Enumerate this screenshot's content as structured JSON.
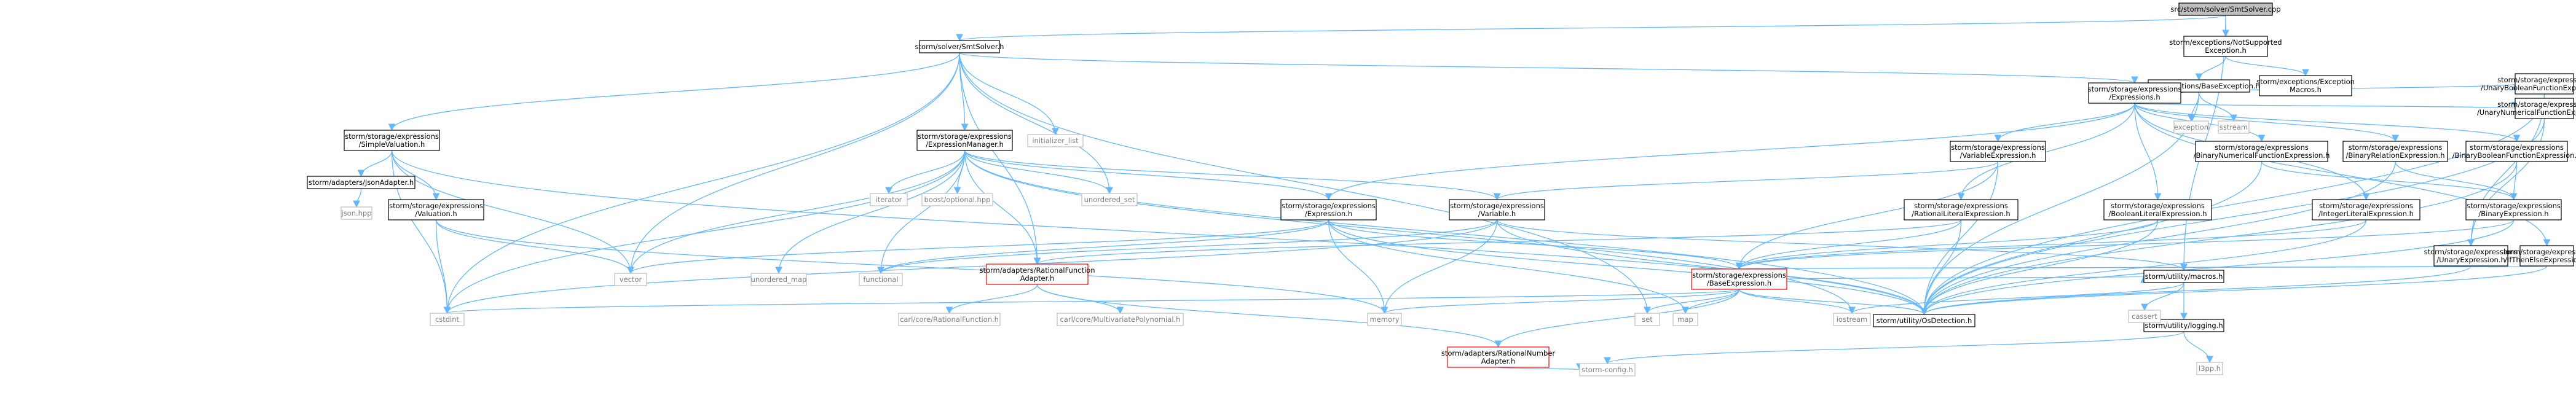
{
  "colors": {
    "edge": "#63b8ff",
    "node_border": "#000000",
    "external_border": "#bfbfbf",
    "unresolved_border": "#ff0000",
    "root_fill": "#bfbfbf",
    "external_text": "#7f7f7f"
  },
  "nodes": [
    {
      "id": "root",
      "lines": [
        "src/storm/solver/SmtSolver.cpp"
      ],
      "kind": "root"
    },
    {
      "id": "smtsolver_h",
      "lines": [
        "storm/solver/SmtSolver.h"
      ],
      "kind": "file"
    },
    {
      "id": "notsupported_h",
      "lines": [
        "storm/exceptions/NotSupported",
        "Exception.h"
      ],
      "kind": "file"
    },
    {
      "id": "baseexc_h",
      "lines": [
        "storm/exceptions/BaseException.h"
      ],
      "kind": "file"
    },
    {
      "id": "excmacros_h",
      "lines": [
        "storm/exceptions/Exception",
        "Macros.h"
      ],
      "kind": "file"
    },
    {
      "id": "exception",
      "lines": [
        "exception"
      ],
      "kind": "ext"
    },
    {
      "id": "sstream",
      "lines": [
        "sstream"
      ],
      "kind": "ext"
    },
    {
      "id": "simpleval_h",
      "lines": [
        "storm/storage/expressions",
        "/SimpleValuation.h"
      ],
      "kind": "file"
    },
    {
      "id": "exprmgr_h",
      "lines": [
        "storm/storage/expressions",
        "/ExpressionManager.h"
      ],
      "kind": "file"
    },
    {
      "id": "initlist",
      "lines": [
        "initializer_list"
      ],
      "kind": "ext"
    },
    {
      "id": "expressions_h",
      "lines": [
        "storm/storage/expressions",
        "/Expressions.h"
      ],
      "kind": "file"
    },
    {
      "id": "jsonadapter_h",
      "lines": [
        "storm/adapters/JsonAdapter.h"
      ],
      "kind": "file"
    },
    {
      "id": "json_hpp",
      "lines": [
        "json.hpp"
      ],
      "kind": "ext"
    },
    {
      "id": "valuation_h",
      "lines": [
        "storm/storage/expressions",
        "/Valuation.h"
      ],
      "kind": "file"
    },
    {
      "id": "iterator",
      "lines": [
        "iterator"
      ],
      "kind": "ext"
    },
    {
      "id": "boostopt",
      "lines": [
        "boost/optional.hpp"
      ],
      "kind": "ext"
    },
    {
      "id": "unordered_set",
      "lines": [
        "unordered_set"
      ],
      "kind": "ext"
    },
    {
      "id": "expression_h",
      "lines": [
        "storm/storage/expressions",
        "/Expression.h"
      ],
      "kind": "file"
    },
    {
      "id": "variable_h",
      "lines": [
        "storm/storage/expressions",
        "/Variable.h"
      ],
      "kind": "file"
    },
    {
      "id": "varexpr_h",
      "lines": [
        "storm/storage/expressions",
        "/VariableExpression.h"
      ],
      "kind": "file"
    },
    {
      "id": "ratlit_h",
      "lines": [
        "storm/storage/expressions",
        "/RationalLiteralExpression.h"
      ],
      "kind": "file"
    },
    {
      "id": "boollit_h",
      "lines": [
        "storm/storage/expressions",
        "/BooleanLiteralExpression.h"
      ],
      "kind": "file"
    },
    {
      "id": "binnum_h",
      "lines": [
        "storm/storage/expressions",
        "/BinaryNumericalFunctionExpression.h"
      ],
      "kind": "file"
    },
    {
      "id": "intlit_h",
      "lines": [
        "storm/storage/expressions",
        "/IntegerLiteralExpression.h"
      ],
      "kind": "file"
    },
    {
      "id": "binrel_h",
      "lines": [
        "storm/storage/expressions",
        "/BinaryRelationExpression.h"
      ],
      "kind": "file"
    },
    {
      "id": "binbool_h",
      "lines": [
        "storm/storage/expressions",
        "/BinaryBooleanFunctionExpression.h"
      ],
      "kind": "file"
    },
    {
      "id": "binexpr_h",
      "lines": [
        "storm/storage/expressions",
        "/BinaryExpression.h"
      ],
      "kind": "file"
    },
    {
      "id": "unbool_h",
      "lines": [
        "storm/storage/expressions",
        "/UnaryBooleanFunctionExpression.h"
      ],
      "kind": "file"
    },
    {
      "id": "unnum_h",
      "lines": [
        "storm/storage/expressions",
        "/UnaryNumericalFunctionExpression.h"
      ],
      "kind": "file"
    },
    {
      "id": "unexpr_h",
      "lines": [
        "storm/storage/expressions",
        "/UnaryExpression.h"
      ],
      "kind": "file"
    },
    {
      "id": "ite_h",
      "lines": [
        "storm/storage/expressions",
        "/IfThenElseExpression.h"
      ],
      "kind": "file"
    },
    {
      "id": "baseexpr_h",
      "lines": [
        "storm/storage/expressions",
        "/BaseExpression.h"
      ],
      "kind": "red"
    },
    {
      "id": "ratfunc_h",
      "lines": [
        "storm/adapters/RationalFunction",
        "Adapter.h"
      ],
      "kind": "red"
    },
    {
      "id": "ratnum_h",
      "lines": [
        "storm/adapters/RationalNumber",
        "Adapter.h"
      ],
      "kind": "red"
    },
    {
      "id": "macros_h",
      "lines": [
        "storm/utility/macros.h"
      ],
      "kind": "file"
    },
    {
      "id": "logging_h",
      "lines": [
        "storm/utility/logging.h"
      ],
      "kind": "file"
    },
    {
      "id": "osdet_h",
      "lines": [
        "storm/utility/OsDetection.h"
      ],
      "kind": "file"
    },
    {
      "id": "vector",
      "lines": [
        "vector"
      ],
      "kind": "ext"
    },
    {
      "id": "unordered_map",
      "lines": [
        "unordered_map"
      ],
      "kind": "ext"
    },
    {
      "id": "functional",
      "lines": [
        "functional"
      ],
      "kind": "ext"
    },
    {
      "id": "cstdint",
      "lines": [
        "cstdint"
      ],
      "kind": "ext"
    },
    {
      "id": "memory",
      "lines": [
        "memory"
      ],
      "kind": "ext"
    },
    {
      "id": "set",
      "lines": [
        "set"
      ],
      "kind": "ext"
    },
    {
      "id": "map",
      "lines": [
        "map"
      ],
      "kind": "ext"
    },
    {
      "id": "iostream",
      "lines": [
        "iostream"
      ],
      "kind": "ext"
    },
    {
      "id": "carl_ratfunc",
      "lines": [
        "carl/core/RationalFunction.h"
      ],
      "kind": "ext"
    },
    {
      "id": "carl_multivar",
      "lines": [
        "carl/core/MultivariatePolynomial.h"
      ],
      "kind": "ext"
    },
    {
      "id": "cassert",
      "lines": [
        "cassert"
      ],
      "kind": "ext"
    },
    {
      "id": "storm_config",
      "lines": [
        "storm-config.h"
      ],
      "kind": "ext"
    },
    {
      "id": "l3pp",
      "lines": [
        "l3pp.h"
      ],
      "kind": "ext"
    }
  ],
  "edges": [
    [
      "root",
      "smtsolver_h"
    ],
    [
      "root",
      "notsupported_h"
    ],
    [
      "root",
      "macros_h"
    ],
    [
      "notsupported_h",
      "baseexc_h"
    ],
    [
      "notsupported_h",
      "excmacros_h"
    ],
    [
      "baseexc_h",
      "exception"
    ],
    [
      "baseexc_h",
      "sstream"
    ],
    [
      "baseexc_h",
      "osdet_h"
    ],
    [
      "smtsolver_h",
      "simpleval_h"
    ],
    [
      "smtsolver_h",
      "exprmgr_h"
    ],
    [
      "smtsolver_h",
      "initlist"
    ],
    [
      "smtsolver_h",
      "unordered_set"
    ],
    [
      "smtsolver_h",
      "expressions_h"
    ],
    [
      "smtsolver_h",
      "vector"
    ],
    [
      "smtsolver_h",
      "cstdint"
    ],
    [
      "smtsolver_h",
      "set"
    ],
    [
      "smtsolver_h",
      "ratfunc_h"
    ],
    [
      "simpleval_h",
      "jsonadapter_h"
    ],
    [
      "simpleval_h",
      "valuation_h"
    ],
    [
      "simpleval_h",
      "vector"
    ],
    [
      "simpleval_h",
      "cstdint"
    ],
    [
      "simpleval_h",
      "osdet_h"
    ],
    [
      "jsonadapter_h",
      "json_hpp"
    ],
    [
      "valuation_h",
      "vector"
    ],
    [
      "valuation_h",
      "cstdint"
    ],
    [
      "valuation_h",
      "memory"
    ],
    [
      "exprmgr_h",
      "vector"
    ],
    [
      "exprmgr_h",
      "cstdint"
    ],
    [
      "exprmgr_h",
      "unordered_map"
    ],
    [
      "exprmgr_h",
      "functional"
    ],
    [
      "exprmgr_h",
      "iterator"
    ],
    [
      "exprmgr_h",
      "boostopt"
    ],
    [
      "exprmgr_h",
      "unordered_set"
    ],
    [
      "exprmgr_h",
      "expression_h"
    ],
    [
      "exprmgr_h",
      "variable_h"
    ],
    [
      "exprmgr_h",
      "ratfunc_h"
    ],
    [
      "exprmgr_h",
      "osdet_h"
    ],
    [
      "exprmgr_h",
      "iostream"
    ],
    [
      "expression_h",
      "functional"
    ],
    [
      "expression_h",
      "vector"
    ],
    [
      "expression_h",
      "memory"
    ],
    [
      "expression_h",
      "map"
    ],
    [
      "expression_h",
      "baseexpr_h"
    ],
    [
      "expression_h",
      "osdet_h"
    ],
    [
      "variable_h",
      "memory"
    ],
    [
      "variable_h",
      "cstdint"
    ],
    [
      "variable_h",
      "functional"
    ],
    [
      "variable_h",
      "osdet_h"
    ],
    [
      "variable_h",
      "macros_h"
    ],
    [
      "expressions_h",
      "expression_h"
    ],
    [
      "expressions_h",
      "varexpr_h"
    ],
    [
      "expressions_h",
      "ratlit_h"
    ],
    [
      "expressions_h",
      "boollit_h"
    ],
    [
      "expressions_h",
      "binnum_h"
    ],
    [
      "expressions_h",
      "intlit_h"
    ],
    [
      "expressions_h",
      "binrel_h"
    ],
    [
      "expressions_h",
      "binbool_h"
    ],
    [
      "expressions_h",
      "unbool_h"
    ],
    [
      "expressions_h",
      "unnum_h"
    ],
    [
      "expressions_h",
      "ite_h"
    ],
    [
      "varexpr_h",
      "variable_h"
    ],
    [
      "varexpr_h",
      "baseexpr_h"
    ],
    [
      "varexpr_h",
      "osdet_h"
    ],
    [
      "ratlit_h",
      "baseexpr_h"
    ],
    [
      "ratlit_h",
      "ratfunc_h"
    ],
    [
      "ratlit_h",
      "osdet_h"
    ],
    [
      "boollit_h",
      "baseexpr_h"
    ],
    [
      "boollit_h",
      "osdet_h"
    ],
    [
      "intlit_h",
      "baseexpr_h"
    ],
    [
      "intlit_h",
      "osdet_h"
    ],
    [
      "binnum_h",
      "binexpr_h"
    ],
    [
      "binnum_h",
      "osdet_h"
    ],
    [
      "binrel_h",
      "binexpr_h"
    ],
    [
      "binrel_h",
      "osdet_h"
    ],
    [
      "binbool_h",
      "binexpr_h"
    ],
    [
      "binbool_h",
      "osdet_h"
    ],
    [
      "binexpr_h",
      "baseexpr_h"
    ],
    [
      "binexpr_h",
      "osdet_h"
    ],
    [
      "unbool_h",
      "unexpr_h"
    ],
    [
      "unbool_h",
      "osdet_h"
    ],
    [
      "unnum_h",
      "unexpr_h"
    ],
    [
      "unnum_h",
      "osdet_h"
    ],
    [
      "unexpr_h",
      "baseexpr_h"
    ],
    [
      "unexpr_h",
      "osdet_h"
    ],
    [
      "ite_h",
      "baseexpr_h"
    ],
    [
      "ite_h",
      "osdet_h"
    ],
    [
      "baseexpr_h",
      "memory"
    ],
    [
      "baseexpr_h",
      "set"
    ],
    [
      "baseexpr_h",
      "map"
    ],
    [
      "baseexpr_h",
      "iostream"
    ],
    [
      "baseexpr_h",
      "cstdint"
    ],
    [
      "baseexpr_h",
      "osdet_h"
    ],
    [
      "baseexpr_h",
      "ratnum_h"
    ],
    [
      "baseexpr_h",
      "macros_h"
    ],
    [
      "ratfunc_h",
      "carl_ratfunc"
    ],
    [
      "ratfunc_h",
      "carl_multivar"
    ],
    [
      "ratfunc_h",
      "ratnum_h"
    ],
    [
      "ratnum_h",
      "storm_config"
    ],
    [
      "macros_h",
      "cassert"
    ],
    [
      "macros_h",
      "iostream"
    ],
    [
      "macros_h",
      "logging_h"
    ],
    [
      "logging_h",
      "storm_config"
    ],
    [
      "logging_h",
      "l3pp"
    ]
  ]
}
